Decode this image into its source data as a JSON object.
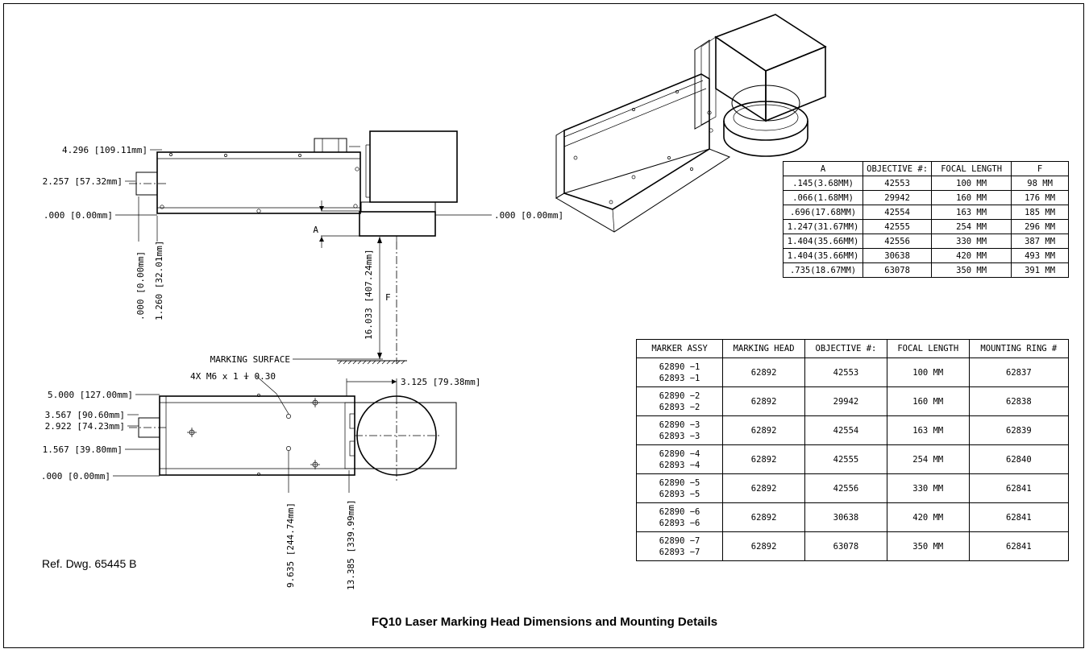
{
  "side_view": {
    "dims": {
      "d1": "4.296 [109.11mm]",
      "d2": "2.257 [57.32mm]",
      "d3": ".000 [0.00mm]",
      "d4": ".000 [0.00mm]",
      "v1": ".000 [0.00mm]",
      "v2": "1.260 [32.01mm]",
      "v3": "16.033 [407.24mm]"
    },
    "label_a": "A",
    "label_f": "F",
    "marking_surface": "MARKING SURFACE"
  },
  "top_view": {
    "thread_note": "4X M6 x 1 ⍖ 0.30",
    "dims": {
      "h1": "3.125 [79.38mm]",
      "d1": "5.000 [127.00mm]",
      "d2": "3.567 [90.60mm]",
      "d3": "2.922 [74.23mm]",
      "d4": "1.567 [39.80mm]",
      "d5": ".000 [0.00mm]",
      "v1": "9.635 [244.74mm]",
      "v2": "13.385 [339.99mm]"
    }
  },
  "objective_table": {
    "headers": [
      "A",
      "OBJECTIVE #:",
      "FOCAL LENGTH",
      "F"
    ],
    "rows": [
      [
        ".145(3.68MM)",
        "42553",
        "100 MM",
        "98 MM"
      ],
      [
        ".066(1.68MM)",
        "29942",
        "160 MM",
        "176 MM"
      ],
      [
        ".696(17.68MM)",
        "42554",
        "163 MM",
        "185 MM"
      ],
      [
        "1.247(31.67MM)",
        "42555",
        "254 MM",
        "296 MM"
      ],
      [
        "1.404(35.66MM)",
        "42556",
        "330 MM",
        "387 MM"
      ],
      [
        "1.404(35.66MM)",
        "30638",
        "420 MM",
        "493 MM"
      ],
      [
        ".735(18.67MM)",
        "63078",
        "350 MM",
        "391 MM"
      ]
    ]
  },
  "assy_table": {
    "headers": [
      "MARKER ASSY",
      "MARKING HEAD",
      "OBJECTIVE #:",
      "FOCAL LENGTH",
      "MOUNTING RING #"
    ],
    "rows": [
      [
        "62890 −1",
        "62893 −1",
        "62892",
        "42553",
        "100 MM",
        "62837"
      ],
      [
        "62890 −2",
        "62893 −2",
        "62892",
        "29942",
        "160 MM",
        "62838"
      ],
      [
        "62890 −3",
        "62893 −3",
        "62892",
        "42554",
        "163 MM",
        "62839"
      ],
      [
        "62890 −4",
        "62893 −4",
        "62892",
        "42555",
        "254 MM",
        "62840"
      ],
      [
        "62890 −5",
        "62893 −5",
        "62892",
        "42556",
        "330 MM",
        "62841"
      ],
      [
        "62890 −6",
        "62893 −6",
        "62892",
        "30638",
        "420 MM",
        "62841"
      ],
      [
        "62890 −7",
        "62893 −7",
        "62892",
        "63078",
        "350 MM",
        "62841"
      ]
    ]
  },
  "ref_dwg": "Ref. Dwg. 65445 B",
  "caption": "FQ10 Laser Marking Head Dimensions and Mounting Details"
}
